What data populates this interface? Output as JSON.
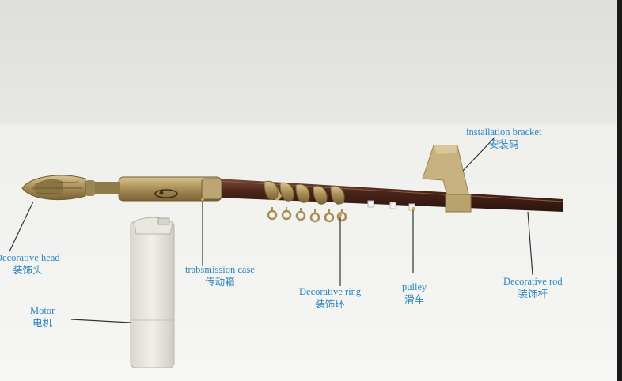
{
  "labels": {
    "installation_bracket": {
      "en": "installation bracket",
      "cn": "安装码"
    },
    "decorative_head": {
      "en": "Decorative head",
      "cn": "装饰头"
    },
    "transmission_case": {
      "en": "trabsmission case",
      "cn": "传动箱"
    },
    "motor": {
      "en": "Motor",
      "cn": "电机"
    },
    "decorative_ring": {
      "en": "Decorative ring",
      "cn": "装饰环"
    },
    "pulley": {
      "en": "pulley",
      "cn": "滑车"
    },
    "decorative_rod": {
      "en": "Decorative rod",
      "cn": "装饰杆"
    }
  },
  "colors": {
    "label": "#2a86c2",
    "rod": "#4a2418",
    "brass": "#b39a62",
    "bracket": "#c3ad7a",
    "motor": "#e8e6df"
  }
}
